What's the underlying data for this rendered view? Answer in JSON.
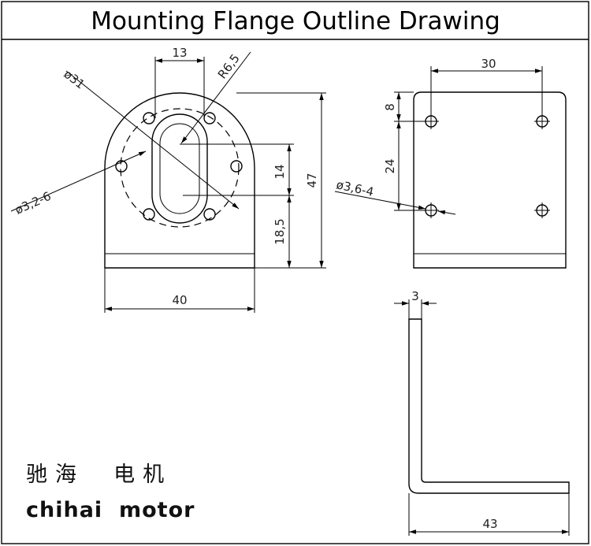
{
  "title": "Mounting Flange Outline Drawing",
  "front_view": {
    "dims": {
      "slot_width": "13",
      "slot_radius": "R6,5",
      "pcd": "ø31",
      "hole_dia": "ø3,2-6",
      "slot_length": "14",
      "center_height": "18,5",
      "total_height": "47",
      "width": "40"
    }
  },
  "side_view": {
    "dims": {
      "hole_spacing_x": "30",
      "top_offset": "8",
      "hole_spacing_y": "24",
      "hole_dia": "ø3,6-4"
    }
  },
  "profile_view": {
    "dims": {
      "thickness": "3",
      "length": "43"
    }
  },
  "brand": {
    "chinese": "驰海  电机",
    "english": "chihai  motor"
  }
}
